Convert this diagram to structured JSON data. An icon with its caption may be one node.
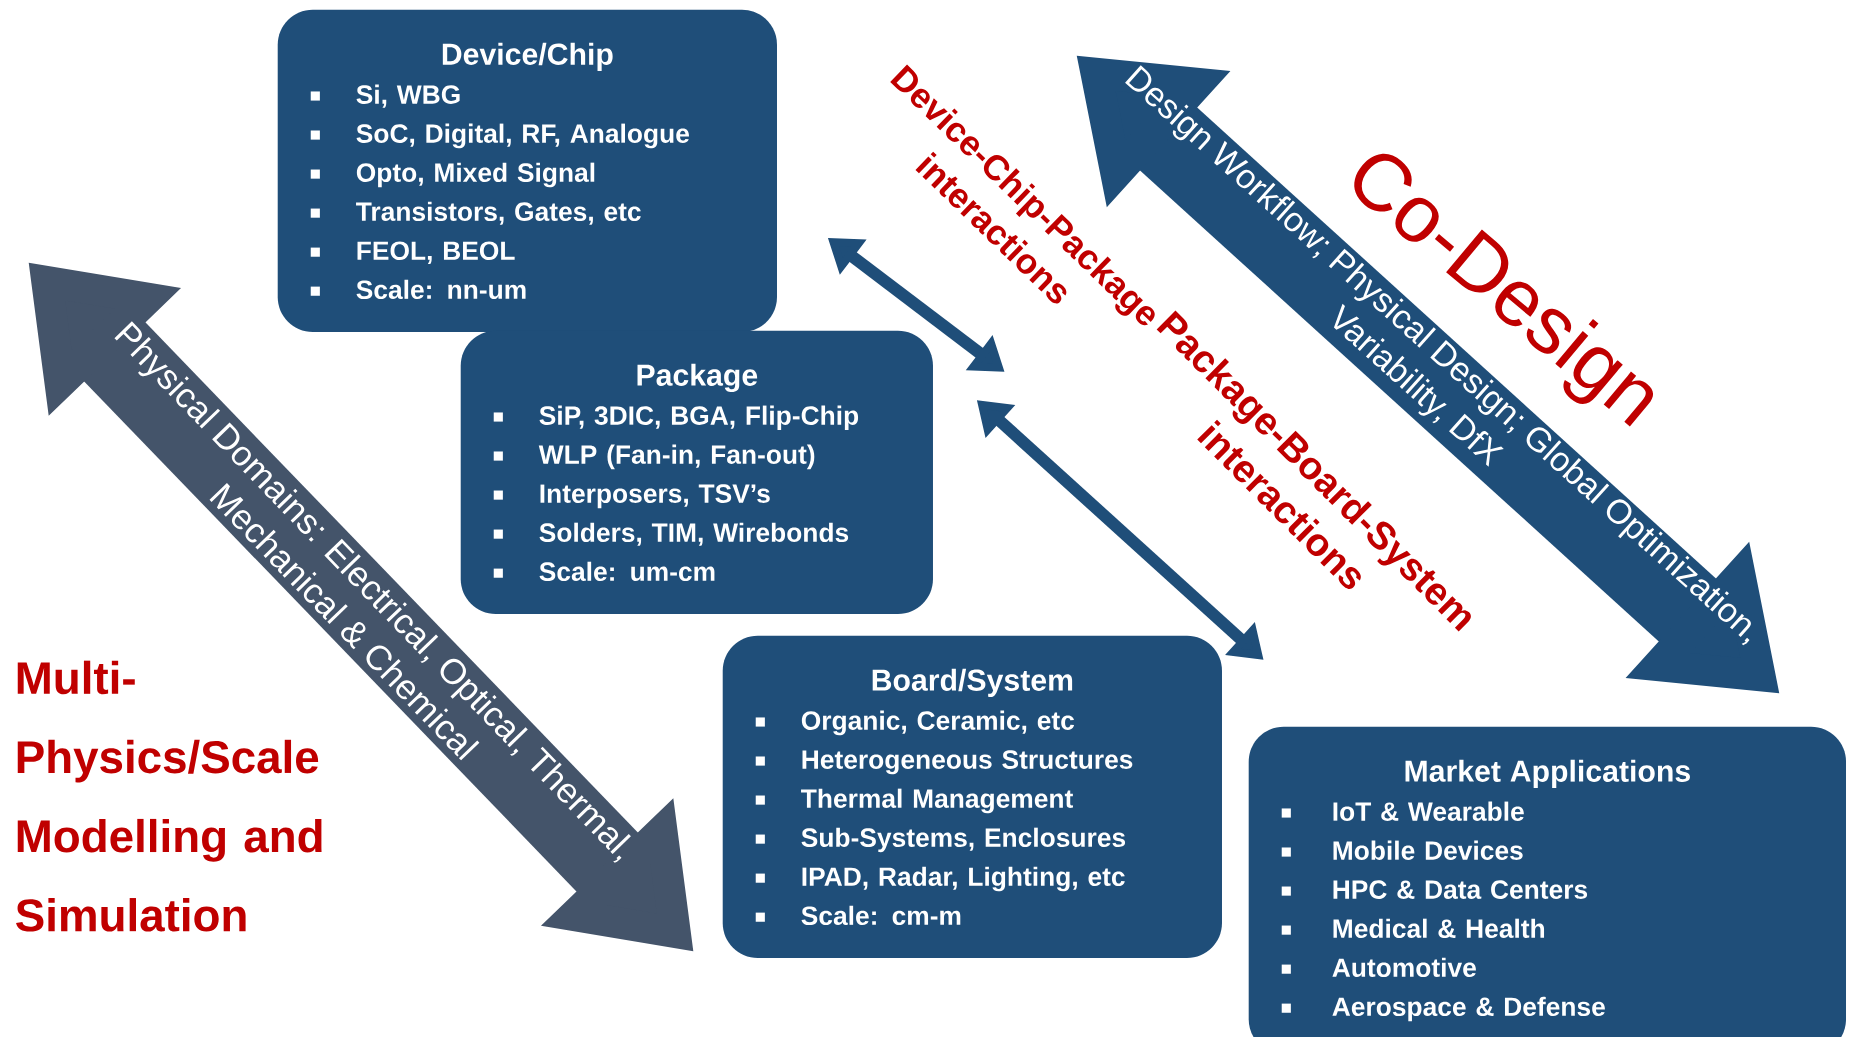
{
  "diagram": {
    "nodes": [
      {
        "text": [
          "Device/Chip",
          "Si, WBG",
          "SoC, Digital, RF, Analogue",
          "Opto, Mixed Signal",
          "Transistors, Gates, etc",
          "FEOL, BEOL",
          "Scale: nn-um"
        ]
      },
      {
        "text": [
          "Package",
          "SiP, 3DIC, BGA, Flip-Chip",
          "WLP (Fan-in, Fan-out)",
          "Interposers, TSV’s",
          "Solders, TIM, Wirebonds",
          "Scale: um-cm"
        ]
      },
      {
        "text": [
          "Board/System",
          "Organic, Ceramic, etc",
          "Heterogeneous Structures",
          "Thermal Management",
          "Sub-Systems, Enclosures",
          "IPAD, Radar, Lighting, etc",
          "Scale: cm-m"
        ]
      },
      {
        "text": [
          "Market Applications",
          "IoT & Wearable",
          "Mobile Devices",
          "HPC & Data Centers",
          "Medical & Health",
          "Automotive",
          "Aerospace & Defense"
        ]
      }
    ],
    "edges": [
      {
        "from": 0,
        "to": 1,
        "arrow": "both",
        "label": "Device-Chip-Package interactions"
      },
      {
        "from": 1,
        "to": 2,
        "arrow": "both",
        "label": "Package-Board-System interactions"
      }
    ],
    "labels": [
      "Co-Design",
      "Design Workflow; Physical Design; Global Optimization, Variability, DfX",
      "Physical Domains: Electrical, Optical, Thermal, Mechanical & Chemical",
      "Multi-Physics/Scale Modelling and Simulation"
    ]
  }
}
